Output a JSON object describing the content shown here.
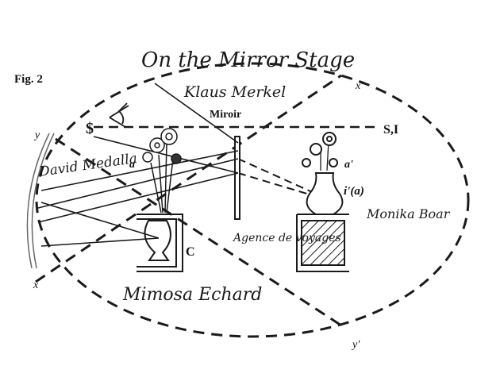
{
  "title": "On the Mirror Stage",
  "figure_label": "Fig. 2",
  "optical_labels": {
    "subject": "$",
    "mirror": "Miroir",
    "ideal": "S,I",
    "object_a": "a",
    "image_a": "a'",
    "image_of_a": "i'(a)",
    "box": "C",
    "x": "x",
    "x_prime": "x'",
    "y": "y",
    "y_prime": "y'"
  },
  "handwritten_names": {
    "top": "Klaus Merkel",
    "left": "David Medalla",
    "right": "Monika Boar",
    "bottom": "Mimosa Echard",
    "center": "Agence de voyages"
  },
  "colors": {
    "ink": "#1a1a1a",
    "paper": "#ffffff",
    "pencil": "#555555"
  }
}
